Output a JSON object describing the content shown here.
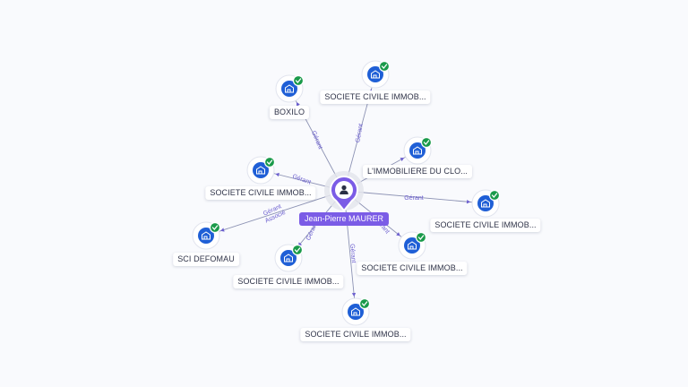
{
  "center": {
    "name": "Jean-Pierre MAURER",
    "icon": "person-icon",
    "color": "#7b5ce6"
  },
  "accent_color": "#1f5fd6",
  "check_color": "#1a9a4a",
  "companies": [
    {
      "id": "boxilo",
      "name": "BOXILO",
      "relation": "Gérant",
      "icon": "building-icon"
    },
    {
      "id": "sci-1",
      "name": "SOCIETE CIVILE IMMOB...",
      "relation": "Gérant",
      "icon": "building-icon"
    },
    {
      "id": "limmo",
      "name": "L'IMMOBILIERE DU CLO...",
      "relation": "Gérant",
      "icon": "building-icon"
    },
    {
      "id": "sci-2",
      "name": "SOCIETE CIVILE IMMOB...",
      "relation": "Gérant",
      "icon": "building-icon"
    },
    {
      "id": "sci-3",
      "name": "SOCIETE CIVILE IMMOB...",
      "relation": "Gérant",
      "icon": "building-icon"
    },
    {
      "id": "sci-4",
      "name": "SOCIETE CIVILE IMMOB...",
      "relation": "Gérant",
      "icon": "building-icon"
    },
    {
      "id": "sci-5",
      "name": "SOCIETE CIVILE IMMOB...",
      "relation": "Gérant",
      "icon": "building-icon"
    },
    {
      "id": "defomau",
      "name": "SCI DEFOMAU",
      "relation": "Gérant Associé",
      "icon": "building-icon"
    },
    {
      "id": "sci-6",
      "name": "SOCIETE CIVILE IMMOB...",
      "relation": "Gérant",
      "icon": "building-icon"
    }
  ]
}
